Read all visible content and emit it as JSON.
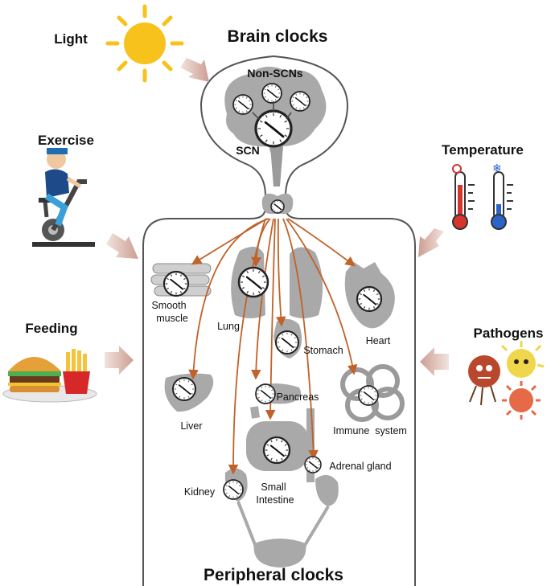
{
  "titles": {
    "brain": "Brain clocks",
    "peripheral": "Peripheral clocks"
  },
  "brain_labels": {
    "non_scn": "Non-SCNs",
    "scn": "SCN"
  },
  "cues": {
    "light": "Light",
    "exercise": "Exercise",
    "temperature": "Temperature",
    "feeding": "Feeding",
    "pathogens": "Pathogens"
  },
  "organs": {
    "smooth_muscle_1": "Smooth",
    "smooth_muscle_2": "muscle",
    "lung": "Lung",
    "heart": "Heart",
    "stomach": "Stomach",
    "liver": "Liver",
    "pancreas": "Pancreas",
    "immune": "Immune  system",
    "adrenal": "Adrenal gland",
    "kidney": "Kidney",
    "small_intestine_1": "Small",
    "small_intestine_2": "Intestine"
  },
  "colors": {
    "arrow": "#c0622a",
    "organ": "#a9a9a9",
    "body_outline": "#555555",
    "cue_arrow": "#d7b5ac",
    "sun": "#f7c21b"
  }
}
